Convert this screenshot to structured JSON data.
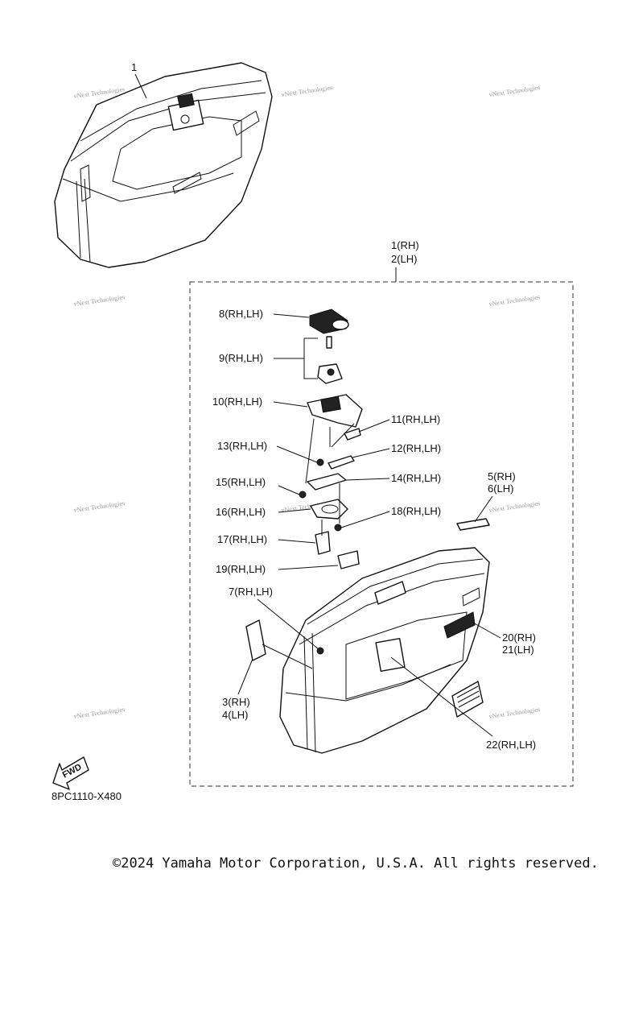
{
  "diagram_code": "8PC1110-X480",
  "copyright": "©2024 Yamaha Motor Corporation, U.S.A. All rights reserved.",
  "fwd_label": "FWD",
  "watermark": "vNext Technologies",
  "assembly_labels": {
    "top_part": "1",
    "group_rh": "1(RH)",
    "group_lh": "2(LH)"
  },
  "callouts": [
    {
      "id": "c8",
      "text": "8(RH,LH)"
    },
    {
      "id": "c9",
      "text": "9(RH,LH)"
    },
    {
      "id": "c10",
      "text": "10(RH,LH)"
    },
    {
      "id": "c11",
      "text": "11(RH,LH)"
    },
    {
      "id": "c12",
      "text": "12(RH,LH)"
    },
    {
      "id": "c13",
      "text": "13(RH,LH)"
    },
    {
      "id": "c14",
      "text": "14(RH,LH)"
    },
    {
      "id": "c15",
      "text": "15(RH,LH)"
    },
    {
      "id": "c16",
      "text": "16(RH,LH)"
    },
    {
      "id": "c17",
      "text": "17(RH,LH)"
    },
    {
      "id": "c18",
      "text": "18(RH,LH)"
    },
    {
      "id": "c19",
      "text": "19(RH,LH)"
    },
    {
      "id": "c7",
      "text": "7(RH,LH)"
    },
    {
      "id": "c5",
      "text": "5(RH)"
    },
    {
      "id": "c6",
      "text": "6(LH)"
    },
    {
      "id": "c20",
      "text": "20(RH)"
    },
    {
      "id": "c21",
      "text": "21(LH)"
    },
    {
      "id": "c3",
      "text": "3(RH)"
    },
    {
      "id": "c4",
      "text": "4(LH)"
    },
    {
      "id": "c22",
      "text": "22(RH,LH)"
    }
  ]
}
